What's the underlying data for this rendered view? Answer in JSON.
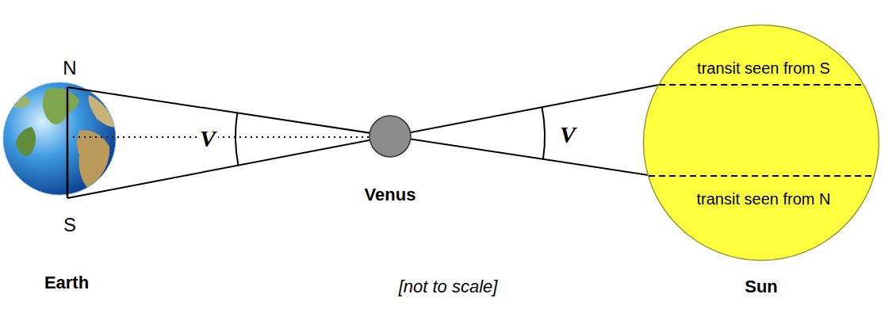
{
  "diagram": {
    "nodes": [
      {
        "text": [
          "transit seen from S",
          "transit seen from N"
        ]
      }
    ],
    "labels": [
      "N",
      "V",
      "V",
      "Venus",
      "S",
      "Earth",
      "[not to scale]",
      "Sun"
    ]
  }
}
